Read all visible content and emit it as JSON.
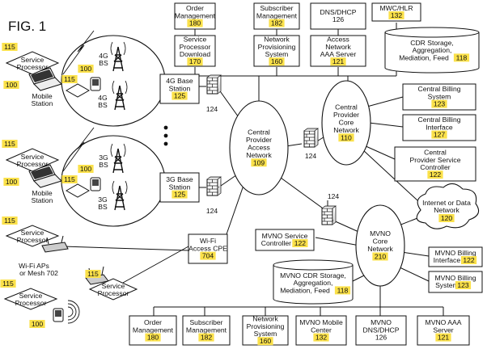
{
  "figure_label": "FIG. 1",
  "highlight_color": "#fbe14a",
  "top_row": [
    {
      "label": [
        "Order",
        "Management"
      ],
      "num": "180",
      "hl": true
    },
    {
      "label": [
        "Subscriber",
        "Management"
      ],
      "num": "182",
      "hl": true
    },
    {
      "label": [
        "DNS/DHCP"
      ],
      "num": "126",
      "hl": false
    },
    {
      "label": [
        "MWC/HLR"
      ],
      "num": "132",
      "hl": true
    }
  ],
  "second_row": [
    {
      "label": [
        "Service",
        "Processor",
        "Download"
      ],
      "num": "170",
      "hl": true
    },
    {
      "label": [
        "Network",
        "Provisioning",
        "System"
      ],
      "num": "160",
      "hl": true
    },
    {
      "label": [
        "Access",
        "Network",
        "AAA Server"
      ],
      "num": "121",
      "hl": true
    }
  ],
  "cdr_storage": {
    "label": [
      "CDR Storage,",
      "Aggregation,",
      "Mediation, Feed"
    ],
    "num": "118"
  },
  "base_stations": [
    {
      "label": [
        "4G Base",
        "Station"
      ],
      "num": "125"
    },
    {
      "label": [
        "3G Base",
        "Station"
      ],
      "num": "125"
    }
  ],
  "tower_labels": [
    "4G",
    "BS",
    "4G",
    "BS",
    "3G",
    "BS",
    "3G",
    "BS"
  ],
  "left_devices": [
    {
      "sp_label": [
        "Service",
        "Processor"
      ],
      "sp_num": "115",
      "device": "Mobile Station",
      "device_lines": [
        "Mobile",
        "Station"
      ],
      "device_num": "100"
    },
    {
      "sp_label": [
        "Service",
        "Processor"
      ],
      "sp_num": "115",
      "device": "Mobile Station",
      "device_lines": [
        "Mobile",
        "Station"
      ],
      "device_num": "100"
    }
  ],
  "phone_nums": [
    "100",
    "115",
    "100",
    "115"
  ],
  "wifi": {
    "sp_label": [
      "Service",
      "Processor"
    ],
    "sp_num": "115",
    "ap_label": [
      "Wi-Fi APs",
      "or Mesh 702"
    ],
    "cpe_label": [
      "Wi-Fi",
      "Access CPE"
    ],
    "cpe_num": "704"
  },
  "router_sp": {
    "label": [
      "Service",
      "Processor"
    ],
    "num": "115"
  },
  "bottom_device": {
    "sp_label": [
      "Service",
      "Processor"
    ],
    "sp_num": "115",
    "device_num": "100"
  },
  "firewall_num": "124",
  "central_access": {
    "label": [
      "Central",
      "Provider",
      "Access",
      "Network"
    ],
    "num": "109"
  },
  "central_core": {
    "label": [
      "Central",
      "Provider",
      "Core",
      "Network"
    ],
    "num": "110"
  },
  "right_boxes": [
    {
      "label": [
        "Central Billing",
        "System"
      ],
      "num": "123"
    },
    {
      "label": [
        "Central Billing",
        "Interface"
      ],
      "num": "127"
    },
    {
      "label": [
        "Central",
        "Provider Service",
        "Controller"
      ],
      "num": "122"
    }
  ],
  "internet": {
    "label": [
      "Internet or Data",
      "Network"
    ],
    "num": "120"
  },
  "mvno_core": {
    "label": [
      "MVNO",
      "Core",
      "Network"
    ],
    "num": "210"
  },
  "mvno_service": {
    "label": [
      "MVNO Service",
      "Controller"
    ],
    "num": "122"
  },
  "mvno_cdr": {
    "label": [
      "MVNO CDR Storage,",
      "Aggregation,",
      "Mediation, Feed"
    ],
    "num": "118"
  },
  "mvno_billing_interface": {
    "label": [
      "MVNO Billing",
      "Interface"
    ],
    "num": "122"
  },
  "mvno_billing_system": {
    "label": [
      "MVNO Billing",
      "System"
    ],
    "num": "123"
  },
  "bottom_row": [
    {
      "label": [
        "Order",
        "Management"
      ],
      "num": "180",
      "hl": true
    },
    {
      "label": [
        "Subscriber",
        "Management"
      ],
      "num": "182",
      "hl": true
    },
    {
      "label": [
        "Network",
        "Provisioning",
        "System"
      ],
      "num": "160",
      "hl": true
    },
    {
      "label": [
        "MVNO Mobile",
        "Center"
      ],
      "num": "132",
      "hl": true
    },
    {
      "label": [
        "MVNO",
        "DNS/DHCP"
      ],
      "num": "126",
      "hl": false
    },
    {
      "label": [
        "MVNO AAA",
        "Server"
      ],
      "num": "121",
      "hl": true
    }
  ]
}
